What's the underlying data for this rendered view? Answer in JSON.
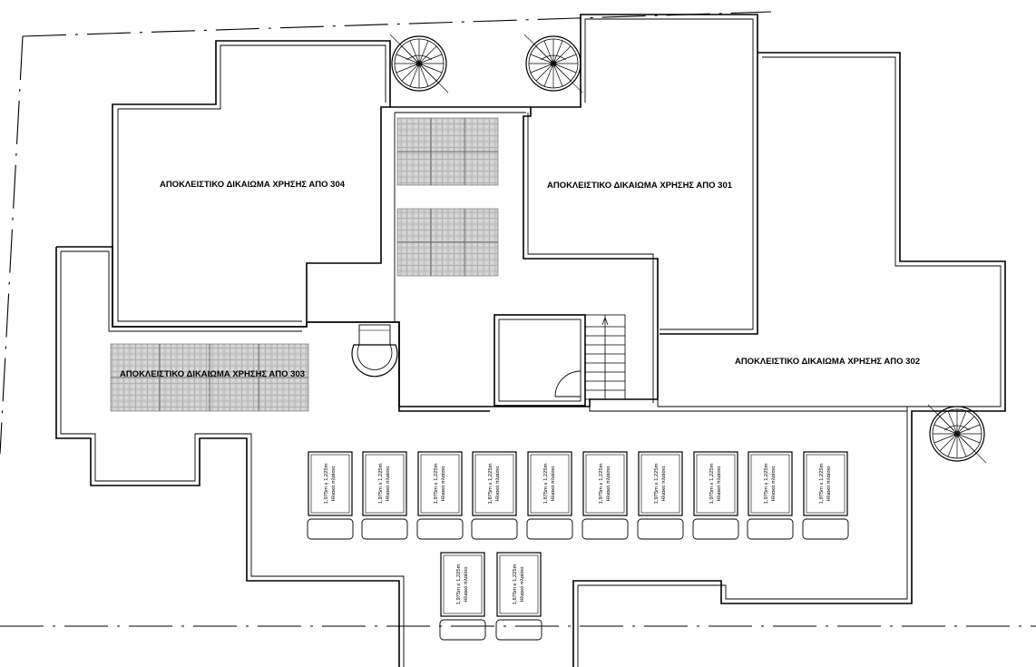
{
  "rooms": [
    {
      "label": "ΑΠΟΚΛΕΙΣΤΙΚΟ ΔΙΚΑΙΩΜΑ ΧΡΗΣΗΣ ΑΠΟ 304"
    },
    {
      "label": "ΑΠΟΚΛΕΙΣΤΙΚΟ ΔΙΚΑΙΩΜΑ ΧΡΗΣΗΣ ΑΠΟ 301"
    },
    {
      "label": "ΑΠΟΚΛΕΙΣΤΙΚΟ ΔΙΚΑΙΩΜΑ ΧΡΗΣΗΣ ΑΠΟ 302"
    },
    {
      "label": "ΑΠΟΚΛΕΙΣΤΙΚΟ ΔΙΚΑΙΩΜΑ ΧΡΗΣΗΣ ΑΠΟ 303"
    }
  ],
  "solar_panels": {
    "row1": [
      {
        "size": "1,975m x 1,225m",
        "type": "Ηλιακό πλαίσιο"
      },
      {
        "size": "1,975m x 1,225m",
        "type": "Ηλιακό πλαίσιο"
      },
      {
        "size": "1,975m x 1,225m",
        "type": "Ηλιακό πλαίσιο"
      },
      {
        "size": "1,875m x 1,225m",
        "type": "Ηλιακό πλαίσιο"
      },
      {
        "size": "1,875m x 1,225m",
        "type": "Ηλιακό πλαίσιο"
      },
      {
        "size": "1,975m x 1,225m",
        "type": "Ηλιακό πλαίσιο"
      },
      {
        "size": "1,975m x 1,225m",
        "type": "Ηλιακό πλαίσιο"
      },
      {
        "size": "1,975m x 1,225m",
        "type": "Ηλιακό πλαίσιο"
      },
      {
        "size": "1,975m x 1,225m",
        "type": "Ηλιακό πλαίσιο"
      },
      {
        "size": "1,975m x 1,225m",
        "type": "Ηλιακό πλαίσιο"
      }
    ],
    "row2": [
      {
        "size": "1,975m x 1,225m",
        "type": "Ηλιακό πλαίσιο"
      },
      {
        "size": "1,875m x 1,225m",
        "type": "Ηλιακό πλαίσιο"
      }
    ]
  },
  "colors": {
    "line": "#000000",
    "tile_fill": "#d6d6d6",
    "tile_grid": "#7a7a7a",
    "background": "#ffffff"
  }
}
